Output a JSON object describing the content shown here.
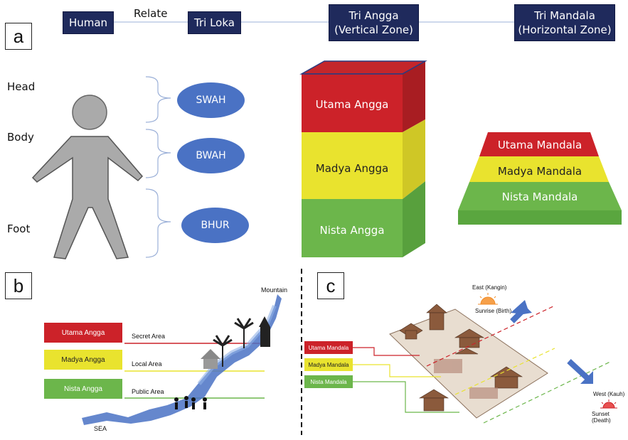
{
  "panels": {
    "a": "a",
    "b": "b",
    "c": "c"
  },
  "top_row": {
    "human": "Human",
    "relate": "Relate",
    "tri_loka": "Tri Loka",
    "tri_angga": "Tri Angga\n(Vertical Zone)",
    "tri_mandala": "Tri Mandala\n(Horizontal Zone)"
  },
  "body_parts": {
    "head": "Head",
    "body": "Body",
    "foot": "Foot"
  },
  "loka": {
    "swah": "SWAH",
    "bwah": "BWAH",
    "bhur": "BHUR"
  },
  "angga": {
    "utama": "Utama Angga",
    "madya": "Madya Angga",
    "nista": "Nista Angga"
  },
  "mandala": {
    "utama": "Utama Mandala",
    "madya": "Madya Mandala",
    "nista": "Nista Mandala"
  },
  "panel_b": {
    "utama": "Utama Angga",
    "madya": "Madya Angga",
    "nista": "Nista Angga",
    "secret": "Secret Area",
    "local": "Local Area",
    "public": "Public Area",
    "mountain": "Mountain",
    "sea": "SEA"
  },
  "panel_c": {
    "utama": "Utama Mandala",
    "madya": "Madya Mandala",
    "nista": "Nista Mandala",
    "east": "East (Kangin)",
    "sunrise": "Sunrise (Birth)",
    "west": "West (Kauh)",
    "sunset": "Sunset (Death)"
  },
  "colors": {
    "navy": "#1f2a5c",
    "red": "#cc2229",
    "yellow": "#e9e32e",
    "green": "#6cb64b",
    "blue": "#4a72c4"
  }
}
